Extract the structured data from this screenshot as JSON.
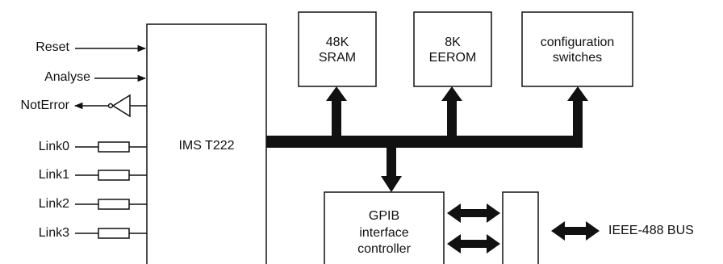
{
  "signals": {
    "reset": "Reset",
    "analyse": "Analyse",
    "noterror": "NotError",
    "links": [
      "Link0",
      "Link1",
      "Link2",
      "Link3"
    ]
  },
  "blocks": {
    "cpu": "IMS T222",
    "sram": [
      "48K",
      "SRAM"
    ],
    "eerom": [
      "8K",
      "EEROM"
    ],
    "config": [
      "configuration",
      "switches"
    ],
    "gpib": [
      "GPIB",
      "interface",
      "controller"
    ]
  },
  "bus": "IEEE-488 BUS"
}
